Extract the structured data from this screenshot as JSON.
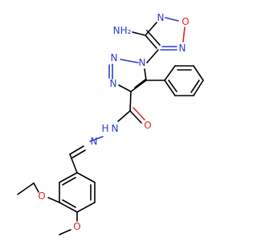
{
  "figure": {
    "colors": {
      "nitrogen": "#2b3bd4",
      "oxygen": "#e0261f",
      "carbon": "#000000",
      "background": "#ffffff"
    },
    "atom_labels": {
      "amine": "NH₂",
      "amine_h": "H",
      "oxadiazole_o": "O",
      "oxadiazole_n_right": "N",
      "oxadiazole_n_left": "N",
      "triazole_n1": "N",
      "triazole_n2": "N",
      "triazole_n3": "N",
      "amide_o": "O",
      "amide_nh": "N",
      "amide_h": "H",
      "hydrazone_n": "N",
      "ethoxy_o": "O",
      "methoxy_o": "O"
    }
  }
}
